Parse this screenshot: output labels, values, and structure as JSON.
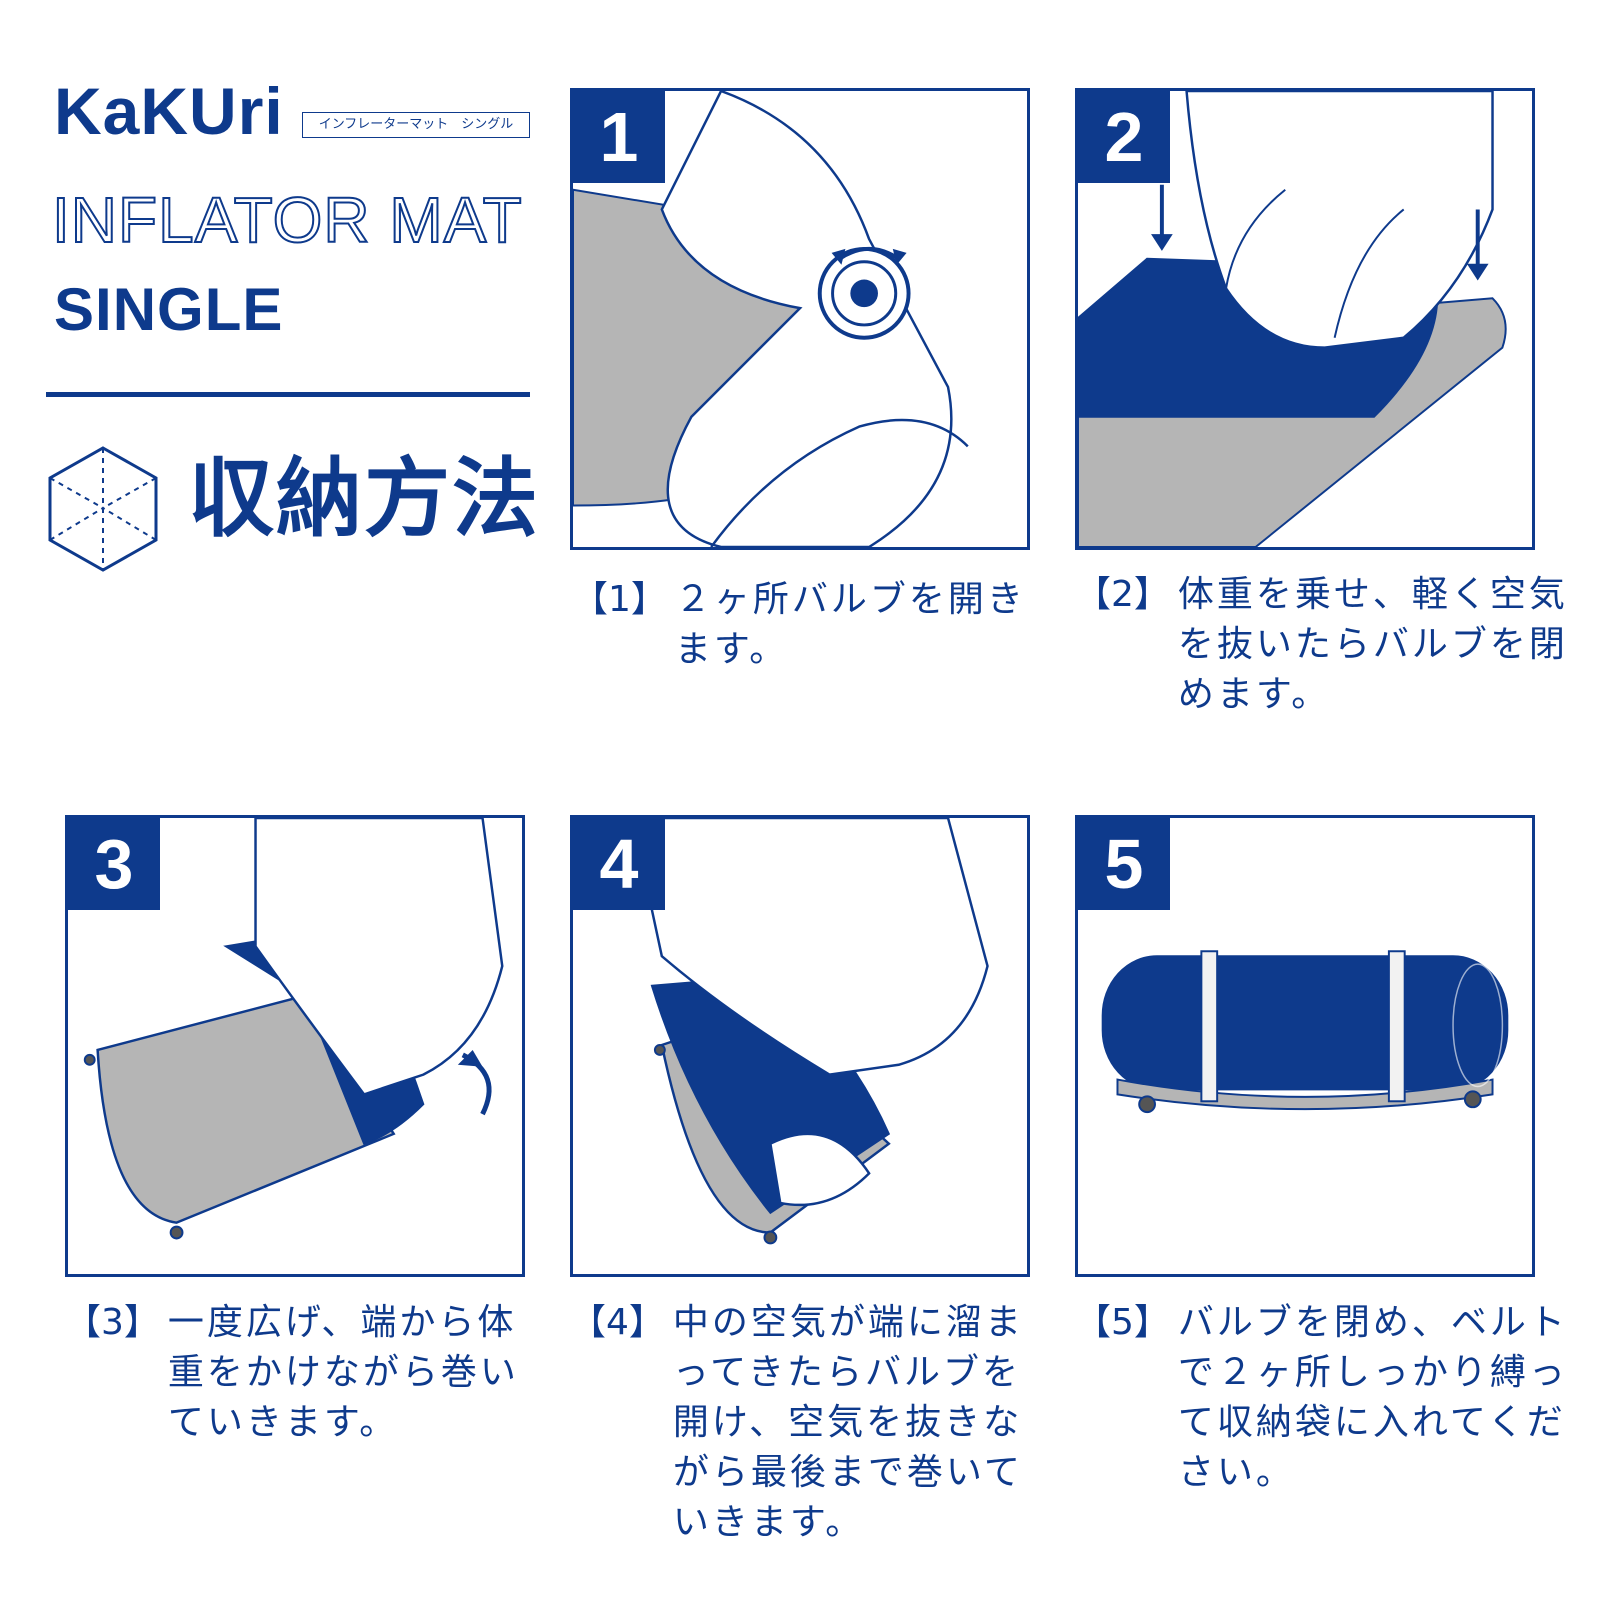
{
  "header": {
    "brand": "KaKUri",
    "product_jp": "インフレーターマット　シングル",
    "title_line1": "INFLATOR MAT",
    "title_line2": "SINGLE",
    "section_title": "収納方法",
    "section_icon": "box-cube-icon"
  },
  "colors": {
    "brand_blue": "#0e3a8c",
    "mat_gray": "#b5b5b5",
    "mat_blue": "#0e3a8c"
  },
  "steps": [
    {
      "number": "1",
      "label": "【1】",
      "text": "２ヶ所バルブを開きます。",
      "illustration": "valve-open-icon"
    },
    {
      "number": "2",
      "label": "【2】",
      "text": "体重を乗せ、軽く空気を抜いたらバルブを閉めます。",
      "illustration": "kneel-on-mat-icon"
    },
    {
      "number": "3",
      "label": "【3】",
      "text": "一度広げ、端から体重をかけながら巻いていきます。",
      "illustration": "roll-mat-icon"
    },
    {
      "number": "4",
      "label": "【4】",
      "text": "中の空気が端に溜まってきたらバルブを開け、空気を抜きながら最後まで巻いていきます。",
      "illustration": "roll-release-air-icon"
    },
    {
      "number": "5",
      "label": "【5】",
      "text": "バルブを閉め、ベルトで２ヶ所しっかり縛って収納袋に入れてください。",
      "illustration": "rolled-mat-belts-icon"
    }
  ]
}
